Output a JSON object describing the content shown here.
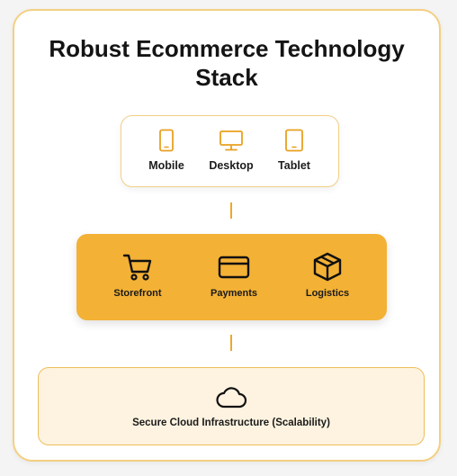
{
  "title": "Robust Ecommerce Technology Stack",
  "devices": [
    {
      "label": "Mobile",
      "icon": "mobile-icon"
    },
    {
      "label": "Desktop",
      "icon": "desktop-icon"
    },
    {
      "label": "Tablet",
      "icon": "tablet-icon"
    }
  ],
  "services": [
    {
      "label": "Storefront",
      "icon": "shopping-cart-icon"
    },
    {
      "label": "Payments",
      "icon": "credit-card-icon"
    },
    {
      "label": "Logistics",
      "icon": "package-icon"
    }
  ],
  "infrastructure": {
    "label": "Secure Cloud Infrastructure (Scalability)",
    "icon": "cloud-icon"
  },
  "colors": {
    "accent": "#f3b135",
    "border": "#f2cf86",
    "infra_background": "#fdf3e0",
    "icon_orange": "#e9a021"
  }
}
